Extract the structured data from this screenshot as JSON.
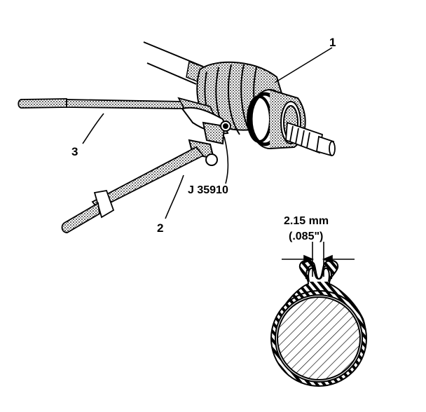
{
  "figure": {
    "callouts": {
      "one": "1",
      "two": "2",
      "three": "3",
      "tool": "J 35910"
    },
    "dimension": {
      "metric": "2.15 mm",
      "imperial": "(.085\")"
    }
  },
  "colors": {
    "ink": "#000000",
    "paper": "#ffffff",
    "shade": "#8a8a8a"
  }
}
